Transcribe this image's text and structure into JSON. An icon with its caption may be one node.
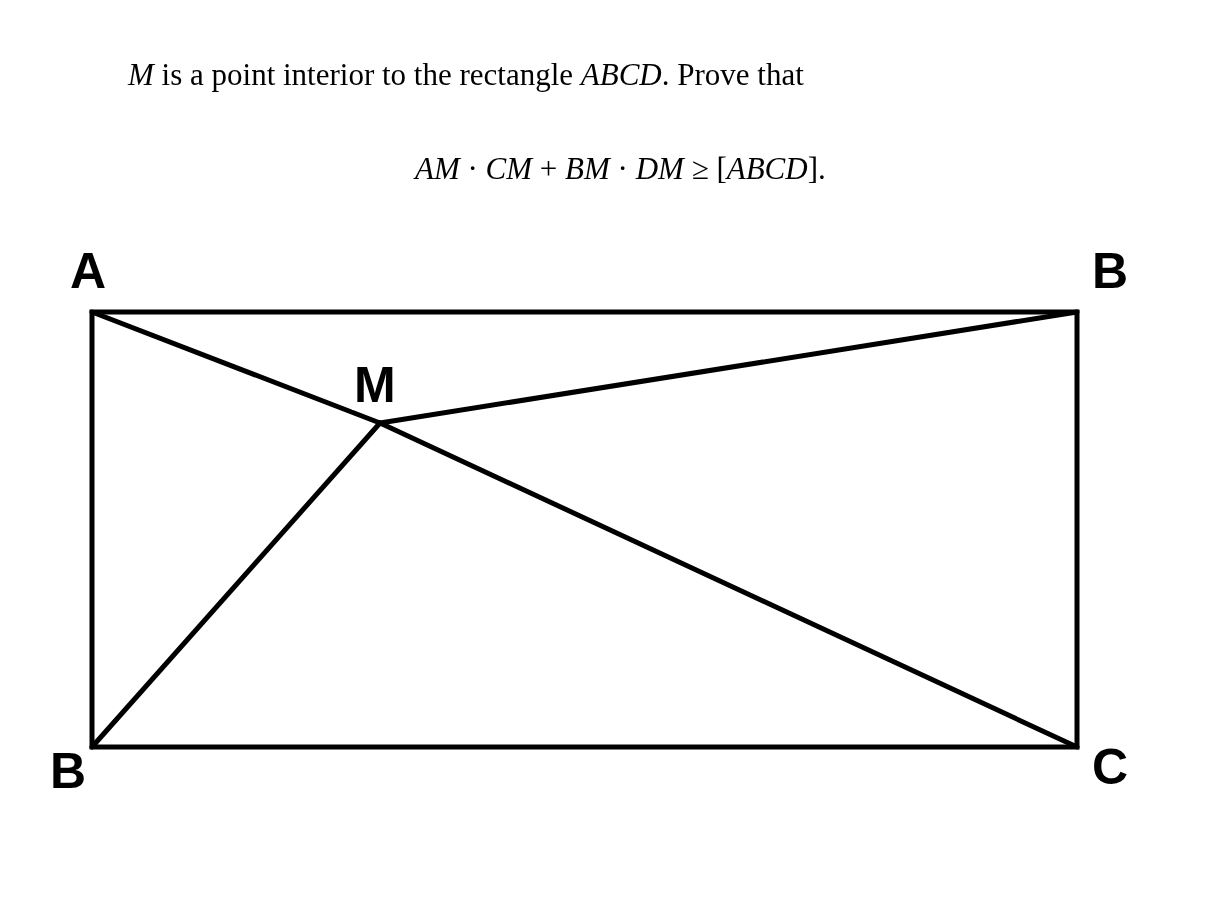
{
  "diagram": {
    "title": "*M* is a point interior to the rectangle *ABCD*. Prove that",
    "labels": [
      "*AM* · *CM* + *BM* · *DM* ≥ [*ABCD*].",
      "A",
      "B",
      "M",
      "B",
      "C"
    ]
  }
}
